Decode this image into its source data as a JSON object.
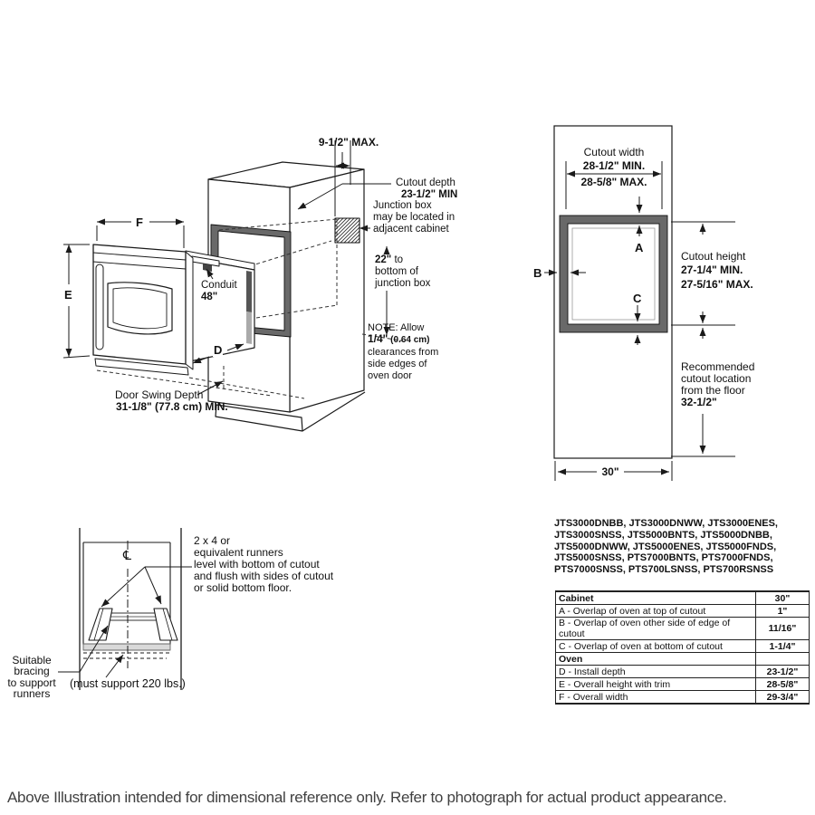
{
  "iso": {
    "dim_top": "9-1/2\" MAX.",
    "cutout_depth_label": "Cutout depth",
    "cutout_depth_value": "23-1/2\" MIN",
    "junction_note": "Junction box\nmay be located in\nadjacent cabinet",
    "dim22_value": "22\"",
    "dim22_suffix": " to",
    "dim22_rest": "bottom of\njunction box",
    "note_label": "NOTE: Allow",
    "note_value": "1/4\"",
    "note_value_metric": " (0.64 cm)",
    "note_rest": "clearances from\nside edges of\noven door",
    "conduit_label": "Conduit",
    "conduit_value": "48\"",
    "dim_f": "F",
    "dim_e": "E",
    "dim_d": "D",
    "door_swing_label": "Door Swing Depth",
    "door_swing_value": "31-1/8\" (77.8 cm) MIN."
  },
  "panel": {
    "cutout_width_label": "Cutout width",
    "cutout_width_min": "28-1/2\" MIN.",
    "cutout_width_max": "28-5/8\" MAX.",
    "overlap_a": "A",
    "overlap_b": "B",
    "overlap_c": "C",
    "cutout_height_label": "Cutout height",
    "cutout_height_min": "27-1/4\" MIN.",
    "cutout_height_max": "27-5/16\" MAX.",
    "recommended_lines": "Recommended\ncutout location\nfrom the floor",
    "recommended_value": "32-1/2\"",
    "width_bottom": "30\""
  },
  "runners": {
    "instructions": "2 x 4 or\nequivalent runners\nlevel with bottom of cutout\nand flush with sides of cutout\nor solid bottom floor.",
    "bracing_label": "Suitable\nbracing\nto support\nrunners",
    "support_note": "(must support 220 lbs.)",
    "centerline_symbol": "℄"
  },
  "models": {
    "list": "JTS3000DNBB, JTS3000DNWW, JTS3000ENES,\nJTS3000SNSS, JTS5000BNTS, JTS5000DNBB,\nJTS5000DNWW, JTS5000ENES, JTS5000FNDS,\nJTS5000SNSS, PTS7000BNTS, PTS7000FNDS,\nPTS7000SNSS, PTS700LSNSS, PTS700RSNSS"
  },
  "spec_table": {
    "rows": [
      {
        "label": "Cabinet",
        "value": "30\""
      },
      {
        "label": "A - Overlap of oven at top of cutout",
        "value": "1\""
      },
      {
        "label": "B - Overlap of oven other side of edge of cutout",
        "value": "11/16\""
      },
      {
        "label": "C - Overlap of oven at bottom of cutout",
        "value": "1-1/4\""
      },
      {
        "label": "Oven",
        "value": ""
      },
      {
        "label": "D - Install depth",
        "value": "23-1/2\""
      },
      {
        "label": "E - Overall height with trim",
        "value": "28-5/8\""
      },
      {
        "label": "F - Overall width",
        "value": "29-3/4\""
      }
    ]
  },
  "footer": {
    "text": "Above Illustration intended for dimensional reference only. Refer to photograph for actual product appearance."
  },
  "colors": {
    "line": "#1a1a1a",
    "frame_gray": "#696969",
    "band_gray": "#d9d9d9"
  }
}
